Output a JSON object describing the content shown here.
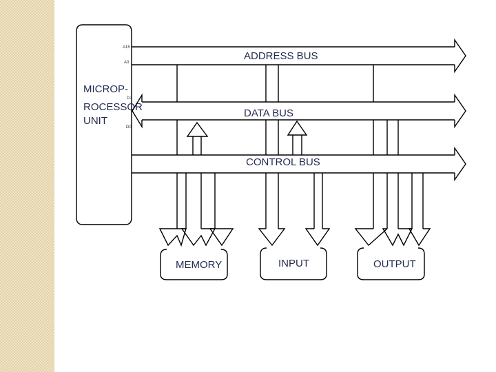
{
  "cpu": {
    "label_lines": [
      "MICROP-",
      "ROCESSOR",
      "UNIT"
    ],
    "pins": {
      "a15": "A15",
      "a0": "A0",
      "d7": "D7",
      "d0": "D0"
    }
  },
  "buses": {
    "address": "ADDRESS BUS",
    "data": "DATA BUS",
    "control": "CONTROL BUS"
  },
  "devices": {
    "memory": "MEMORY",
    "input": "INPUT",
    "output": "OUTPUT"
  },
  "colors": {
    "text": "#1f2a5a",
    "line": "#000000",
    "strip": "#f1e4c3"
  }
}
